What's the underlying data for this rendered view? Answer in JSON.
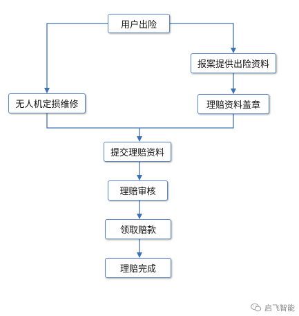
{
  "nodes": {
    "user_accident": "用户出险",
    "report_case": "报案提供出险资料",
    "drone_assessment": "无人机定损维修",
    "claim_stamp": "理赔资料盖章",
    "submit_claim": "提交理赔资料",
    "claim_review": "理赔审核",
    "receive_payment": "领取赔款",
    "claim_complete": "理赔完成"
  },
  "watermark": {
    "text": "启飞智能"
  },
  "colors": {
    "connector": "#3d72b8",
    "node_border": "#5b87c4"
  }
}
